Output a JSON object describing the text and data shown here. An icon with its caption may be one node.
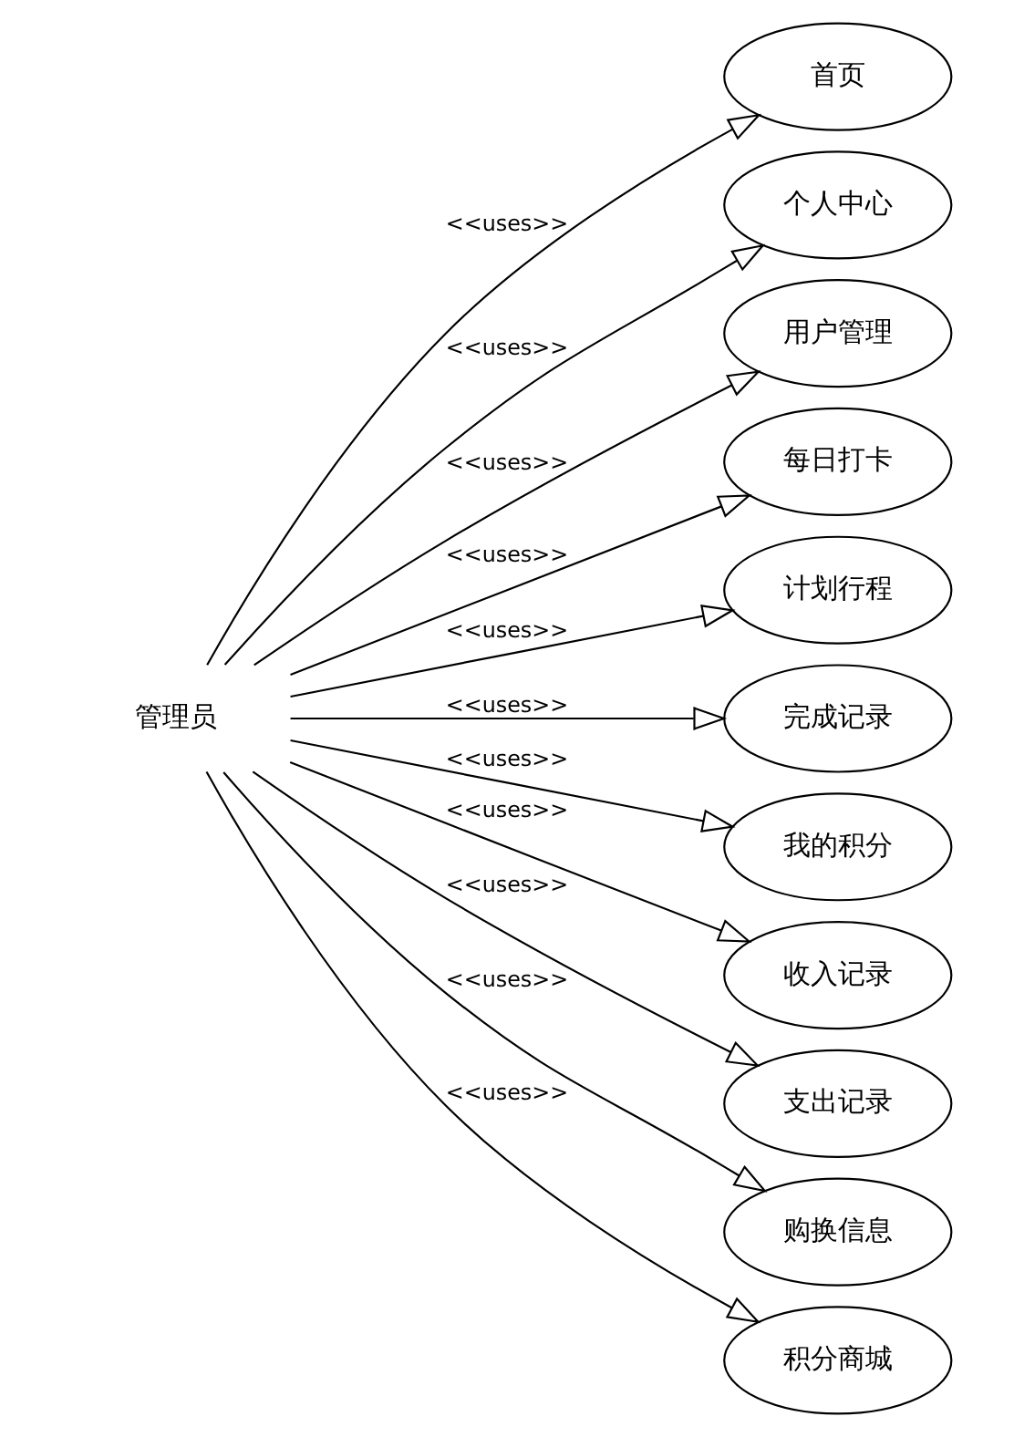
{
  "diagram": {
    "nodes": [
      {
        "text": [
          "管理员"
        ]
      },
      {
        "text": [
          "首页"
        ]
      },
      {
        "text": [
          "个人中心"
        ]
      },
      {
        "text": [
          "用户管理"
        ]
      },
      {
        "text": [
          "每日打卡"
        ]
      },
      {
        "text": [
          "计划行程"
        ]
      },
      {
        "text": [
          "完成记录"
        ]
      },
      {
        "text": [
          "我的积分"
        ]
      },
      {
        "text": [
          "收入记录"
        ]
      },
      {
        "text": [
          "支出记录"
        ]
      },
      {
        "text": [
          "购换信息"
        ]
      },
      {
        "text": [
          "积分商城"
        ]
      }
    ],
    "edges": [
      {
        "from": 0,
        "to": 1,
        "arrow": "to",
        "label": "<<uses>>"
      },
      {
        "from": 0,
        "to": 2,
        "arrow": "to",
        "label": "<<uses>>"
      },
      {
        "from": 0,
        "to": 3,
        "arrow": "to",
        "label": "<<uses>>"
      },
      {
        "from": 0,
        "to": 4,
        "arrow": "to",
        "label": "<<uses>>"
      },
      {
        "from": 0,
        "to": 5,
        "arrow": "to",
        "label": "<<uses>>"
      },
      {
        "from": 0,
        "to": 6,
        "arrow": "to",
        "label": "<<uses>>"
      },
      {
        "from": 0,
        "to": 7,
        "arrow": "to",
        "label": "<<uses>>"
      },
      {
        "from": 0,
        "to": 8,
        "arrow": "to",
        "label": "<<uses>>"
      },
      {
        "from": 0,
        "to": 9,
        "arrow": "to",
        "label": "<<uses>>"
      },
      {
        "from": 0,
        "to": 10,
        "arrow": "to",
        "label": "<<uses>>"
      },
      {
        "from": 0,
        "to": 11,
        "arrow": "to",
        "label": "<<uses>>"
      }
    ]
  }
}
